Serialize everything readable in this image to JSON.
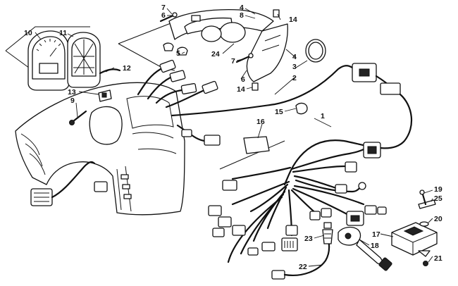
{
  "callouts": [
    {
      "id": "1",
      "text": "1"
    },
    {
      "id": "2",
      "text": "2"
    },
    {
      "id": "3",
      "text": "3"
    },
    {
      "id": "4a",
      "text": "4"
    },
    {
      "id": "4b",
      "text": "4"
    },
    {
      "id": "5",
      "text": "5"
    },
    {
      "id": "6a",
      "text": "6"
    },
    {
      "id": "6b",
      "text": "6"
    },
    {
      "id": "7a",
      "text": "7"
    },
    {
      "id": "7b",
      "text": "7"
    },
    {
      "id": "8",
      "text": "8"
    },
    {
      "id": "9",
      "text": "9"
    },
    {
      "id": "10",
      "text": "10"
    },
    {
      "id": "11",
      "text": "11"
    },
    {
      "id": "12",
      "text": "12"
    },
    {
      "id": "13",
      "text": "13"
    },
    {
      "id": "14a",
      "text": "14"
    },
    {
      "id": "14b",
      "text": "14"
    },
    {
      "id": "15",
      "text": "15"
    },
    {
      "id": "16",
      "text": "16"
    },
    {
      "id": "17",
      "text": "17"
    },
    {
      "id": "18",
      "text": "18"
    },
    {
      "id": "19",
      "text": "19"
    },
    {
      "id": "20",
      "text": "20"
    },
    {
      "id": "21",
      "text": "21"
    },
    {
      "id": "22",
      "text": "22"
    },
    {
      "id": "23",
      "text": "23"
    },
    {
      "id": "24",
      "text": "24"
    },
    {
      "id": "25",
      "text": "25"
    }
  ],
  "colors": {
    "ink": "#111111",
    "paper": "#ffffff"
  }
}
